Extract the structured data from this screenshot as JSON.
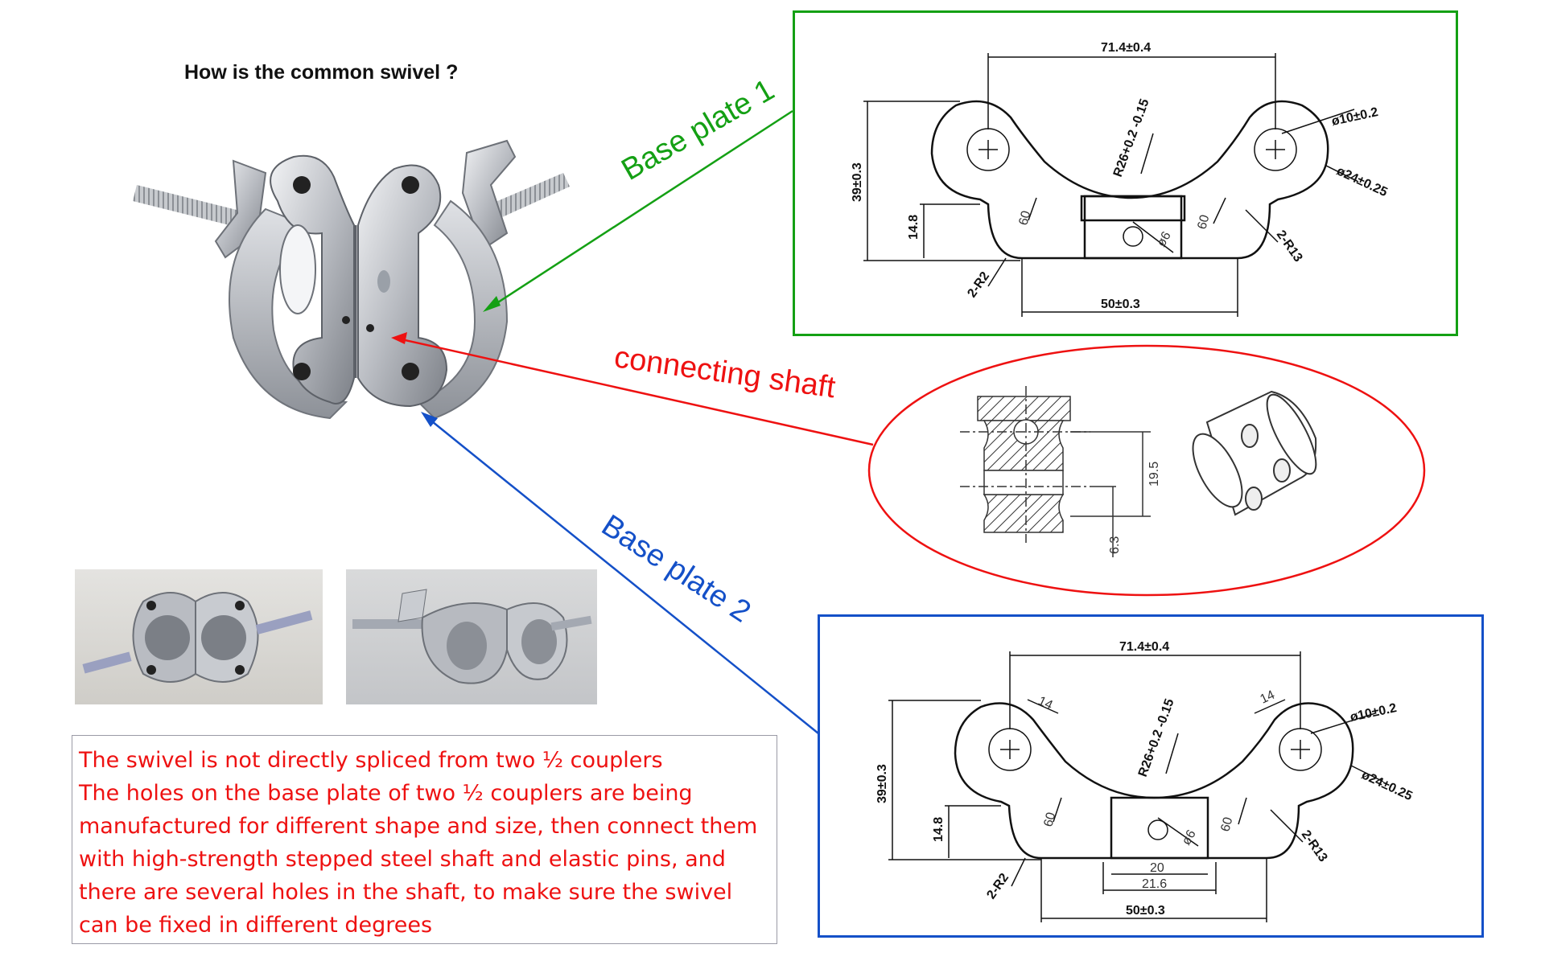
{
  "title": "How is the common swivel ?",
  "labels": {
    "base_plate_1": "Base plate 1",
    "connecting_shaft": "connecting shaft",
    "base_plate_2": "Base plate 2"
  },
  "colors": {
    "base_plate_1": "#14a014",
    "connecting_shaft": "#ee1111",
    "base_plate_2": "#1450c8",
    "note_text": "#ee1111"
  },
  "plate1": {
    "width_top": "71.4±0.4",
    "height": "39±0.3",
    "height_small": "14.8",
    "radius_center": "R26+0.2 -0.15",
    "hole_dia": "ø10±0.2",
    "outer_dia": "ø24±0.25",
    "angle_left": "60",
    "angle_right": "60",
    "pin_hole": "ø6",
    "corner_left": "2-R2",
    "corner_right": "2-R13",
    "width_bottom": "50±0.3"
  },
  "plate2": {
    "width_top": "71.4±0.4",
    "height": "39±0.3",
    "height_small": "14.8",
    "radius_center": "R26+0.2 -0.15",
    "hole_dia": "ø10±0.2",
    "outer_dia": "ø24±0.25",
    "web_left": "14",
    "web_right": "14",
    "angle_left": "60",
    "angle_right": "60",
    "pin_hole": "ø6",
    "corner_left": "2-R2",
    "corner_right": "2-R13",
    "slot_20": "20",
    "slot_216": "21.6",
    "width_bottom": "50±0.3"
  },
  "shaft": {
    "length": "19.5",
    "offset": "6.3"
  },
  "note_lines": [
    "The swivel is not directly spliced from two ½ couplers",
    "The holes  on the base plate of two ½ couplers are being",
    "manufactured for different shape and size, then connect them",
    "with high-strength stepped steel shaft and elastic pins, and",
    "there are several holes in the shaft, to make sure the swivel",
    "can be fixed in different degrees"
  ]
}
